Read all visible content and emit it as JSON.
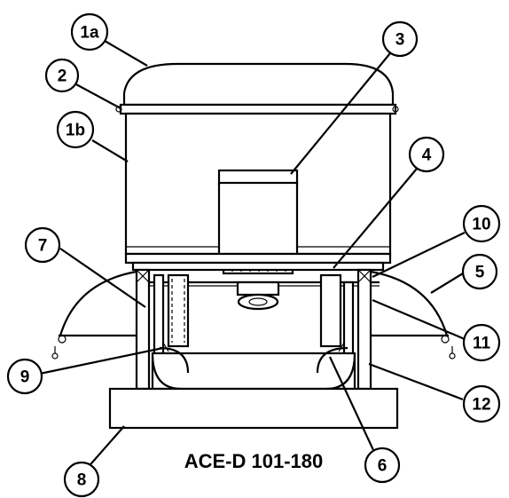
{
  "diagram": {
    "model_label": "ACE-D 101-180",
    "callouts": [
      {
        "id": "1a",
        "label": "1a"
      },
      {
        "id": "2",
        "label": "2"
      },
      {
        "id": "1b",
        "label": "1b"
      },
      {
        "id": "3",
        "label": "3"
      },
      {
        "id": "4",
        "label": "4"
      },
      {
        "id": "10",
        "label": "10"
      },
      {
        "id": "7",
        "label": "7"
      },
      {
        "id": "5",
        "label": "5"
      },
      {
        "id": "11",
        "label": "11"
      },
      {
        "id": "9",
        "label": "9"
      },
      {
        "id": "12",
        "label": "12"
      },
      {
        "id": "8",
        "label": "8"
      },
      {
        "id": "6",
        "label": "6"
      }
    ]
  }
}
